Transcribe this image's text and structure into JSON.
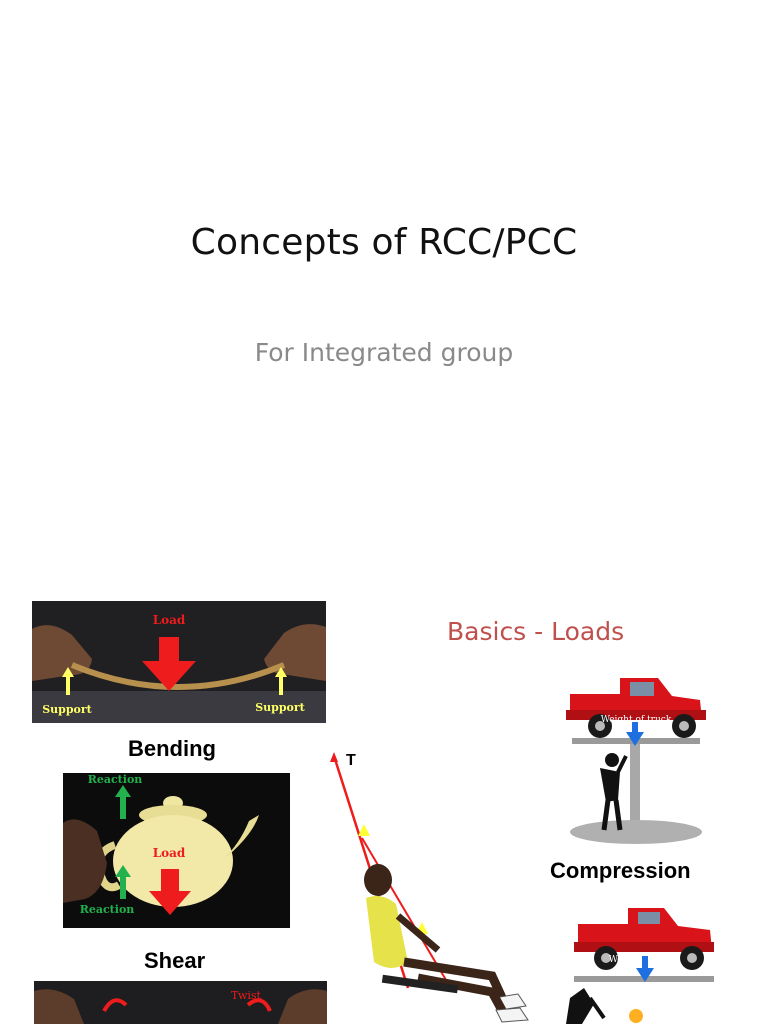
{
  "slide1": {
    "title": "Concepts of RCC/PCC",
    "subtitle": "For Integrated group"
  },
  "slide2": {
    "section_title": "Basics - Loads",
    "captions": {
      "bending": "Bending",
      "shear": "Shear",
      "compression": "Compression",
      "tension_label": "T"
    },
    "bending_image": {
      "load_label": "Load",
      "support_left": "Support",
      "support_right": "Support"
    },
    "shear_image": {
      "reaction_top": "Reaction",
      "reaction_bottom": "Reaction",
      "load_label": "Load"
    },
    "compression_image": {
      "weight_label": "Weight of truck"
    },
    "lower_truck_image": {
      "weight_label": "Weight of truck"
    },
    "torsion_image": {
      "twist_label": "Twist"
    }
  },
  "colors": {
    "title": "#111111",
    "subtitle": "#8a8a8a",
    "section_title": "#c0504d",
    "load_arrow": "#ee1c1c",
    "reaction_arrow": "#22b14c",
    "support_arrow": "#ffff66"
  }
}
